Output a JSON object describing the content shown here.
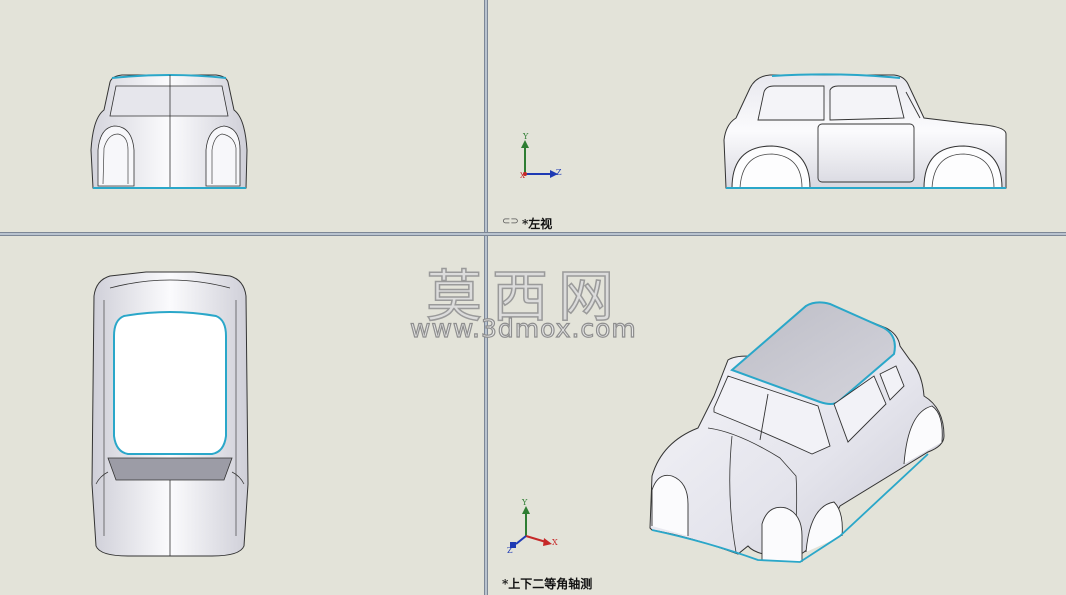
{
  "viewports": {
    "top_right": {
      "label": "*左视",
      "link_icon": "link-icon"
    },
    "bottom_right": {
      "label": "*上下二等角轴测"
    }
  },
  "triad": {
    "top_right": {
      "y": "Y",
      "z": "Z",
      "x": "X"
    },
    "bottom_right": {
      "y": "Y",
      "z": "Z",
      "x": "X"
    }
  },
  "watermark": {
    "chinese": "莫西网",
    "url": "www.3dmox.com"
  },
  "colors": {
    "background": "#e3e3d9",
    "edge": "#1e3a8a",
    "cyan_edge": "#2aa7c9",
    "body_fill": "#f3f3f7"
  }
}
